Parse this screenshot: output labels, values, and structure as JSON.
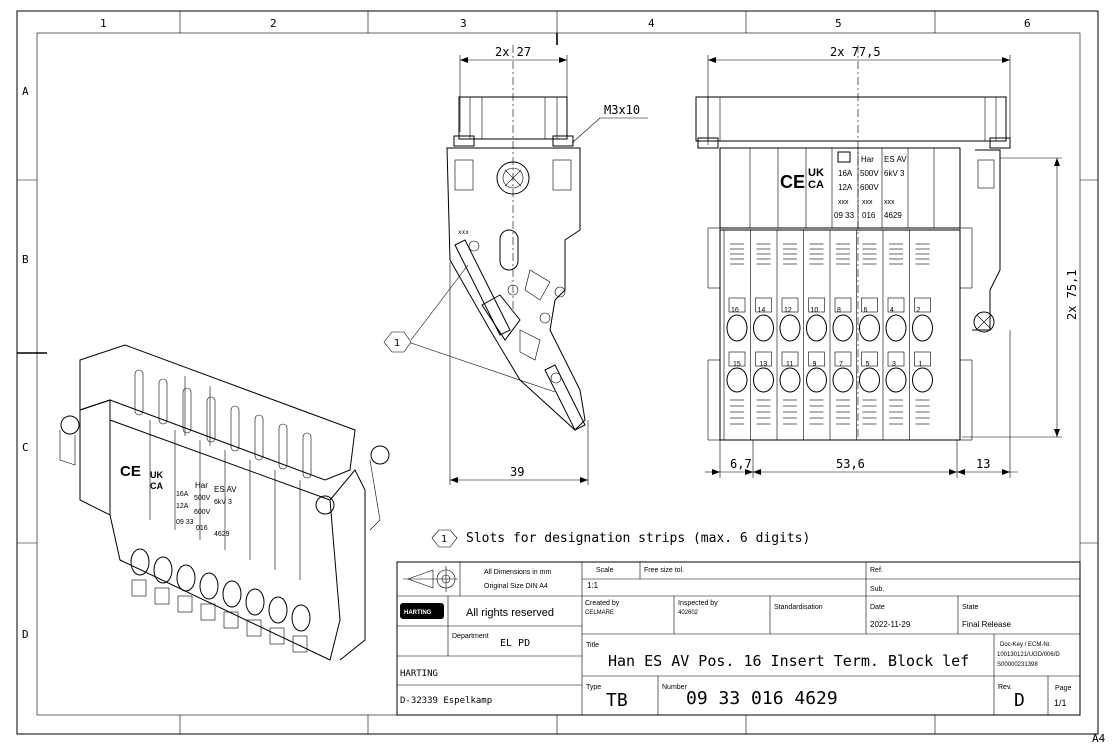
{
  "frame": {
    "columns": [
      "1",
      "2",
      "3",
      "4",
      "5",
      "6"
    ],
    "rows": [
      "A",
      "B",
      "C",
      "D"
    ],
    "sheet_size": "A4"
  },
  "dimensions": {
    "front_width": "2x 27",
    "screw": "M3x10",
    "front_depth": "39",
    "side_width": "2x 77,5",
    "side_height": "2x 75,1",
    "left_offset": "6,7",
    "pitch_span": "53,6",
    "right_offset": "13"
  },
  "callout": {
    "number": "1",
    "note": "Slots for designation strips (max. 6 digits)"
  },
  "product_marking": {
    "ce": "CE",
    "ukca_top": "UK",
    "ukca_bottom": "CA",
    "brand": "Har",
    "type": "ES AV",
    "current": "16A",
    "voltage": "500V",
    "rated": "6kV 3",
    "current2": "12A",
    "voltage2": "600V",
    "code": "xxx",
    "p1": "09 33",
    "p2": "016",
    "p3": "4629"
  },
  "terminal_numbers": [
    "16",
    "15",
    "14",
    "13",
    "12",
    "11",
    "10",
    "9",
    "8",
    "7",
    "6",
    "5",
    "4",
    "3",
    "2",
    "1"
  ],
  "title_block": {
    "dims_note": "All Dimensions in mm",
    "size_note": "Original Size DIN A4",
    "rights": "All rights reserved",
    "dept_label": "Department",
    "dept": "EL PD",
    "company": "HARTING",
    "address": "D-32339 Espelkamp",
    "scale_label": "Scale",
    "scale": "1:1",
    "tol": "Free size tol.",
    "ref_label": "Ref.",
    "sub_label": "Sub.",
    "created_label": "Created by",
    "created": "CELMARE",
    "inspected_label": "Inspected by",
    "inspected": "402602",
    "std_label": "Standardisation",
    "date_label": "Date",
    "date": "2022-11-29",
    "state_label": "State",
    "state": "Final Release",
    "title_label": "Title",
    "title": "Han ES AV Pos. 16 Insert Term. Block lef",
    "dockey_label": "Doc-Key / ECM-Nr.",
    "dockey1": "100130121/UGD/006/D",
    "dockey2": "S00000231398",
    "type_label": "Type",
    "type": "TB",
    "number_label": "Number",
    "number": "09 33 016 4629",
    "rev_label": "Rev.",
    "rev": "D",
    "page_label": "Page",
    "page": "1/1",
    "logo": "HARTING"
  }
}
